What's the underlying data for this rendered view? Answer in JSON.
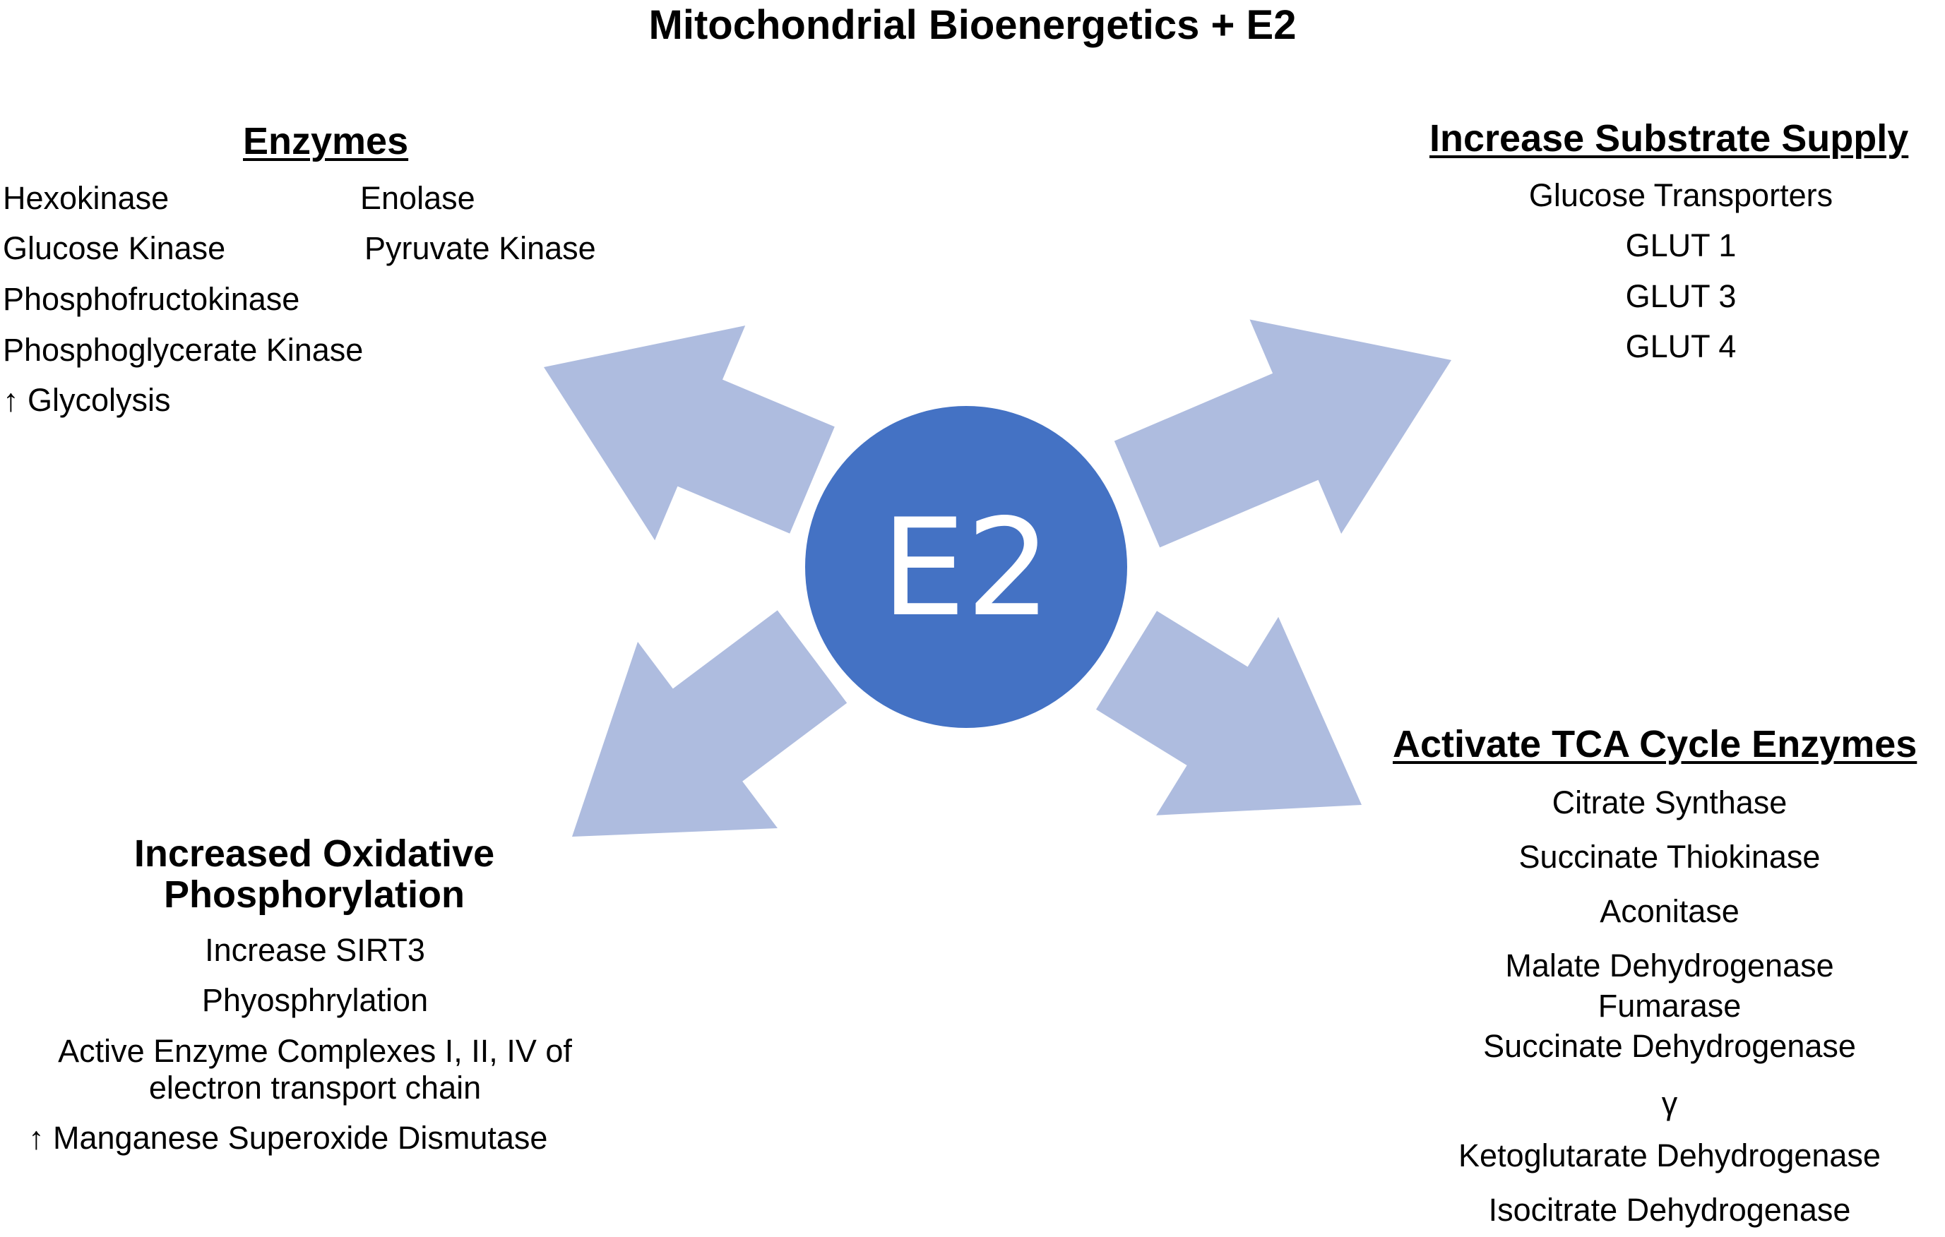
{
  "title": "Mitochondrial Bioenergetics + E2",
  "center": {
    "label": "E2",
    "fill_color": "#4472c4",
    "text_color": "#ffffff"
  },
  "arrow_color": "#aebcdf",
  "enzymes": {
    "heading": "Enzymes",
    "col1": [
      "Hexokinase",
      "Glucose Kinase",
      "Phosphofructokinase",
      "Phosphoglycerate Kinase",
      "↑ Glycolysis"
    ],
    "col2": [
      "Enolase",
      "Pyruvate Kinase"
    ]
  },
  "substrate": {
    "heading": "Increase Substrate Supply",
    "items": [
      "Glucose Transporters",
      "GLUT 1",
      "GLUT 3",
      "GLUT 4"
    ]
  },
  "oxphos": {
    "heading_line1": "Increased Oxidative",
    "heading_line2": "Phosphorylation",
    "items": [
      "Increase SIRT3",
      "Phyosphrylation",
      "Active Enzyme Complexes I, II, IV of",
      "electron transport chain",
      "↑ Manganese Superoxide Dismutase"
    ]
  },
  "tca": {
    "heading": "Activate TCA Cycle Enzymes",
    "items": [
      "Citrate Synthase",
      "Succinate Thiokinase",
      "Aconitase",
      "Malate Dehydrogenase",
      "Fumarase",
      "Succinate Dehydrogenase",
      "γ",
      "Ketoglutarate Dehydrogenase",
      "Isocitrate Dehydrogenase"
    ]
  }
}
